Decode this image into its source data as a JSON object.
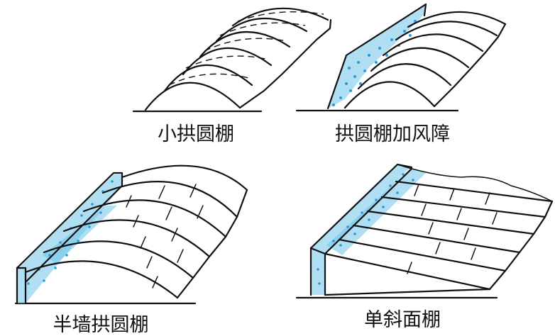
{
  "figure": {
    "panels": [
      {
        "id": "small-arch-shed",
        "label": "小拱圆棚"
      },
      {
        "id": "arch-shed-windbreak",
        "label": "拱圆棚加风障"
      },
      {
        "id": "half-wall-arch-shed",
        "label": "半墙拱圆棚"
      },
      {
        "id": "lean-to-shed",
        "label": "单斜面棚"
      }
    ]
  },
  "colors": {
    "line": "#111111",
    "shading": "#6fc3ea",
    "speckle": "#2b9bd6",
    "background": "#ffffff"
  }
}
